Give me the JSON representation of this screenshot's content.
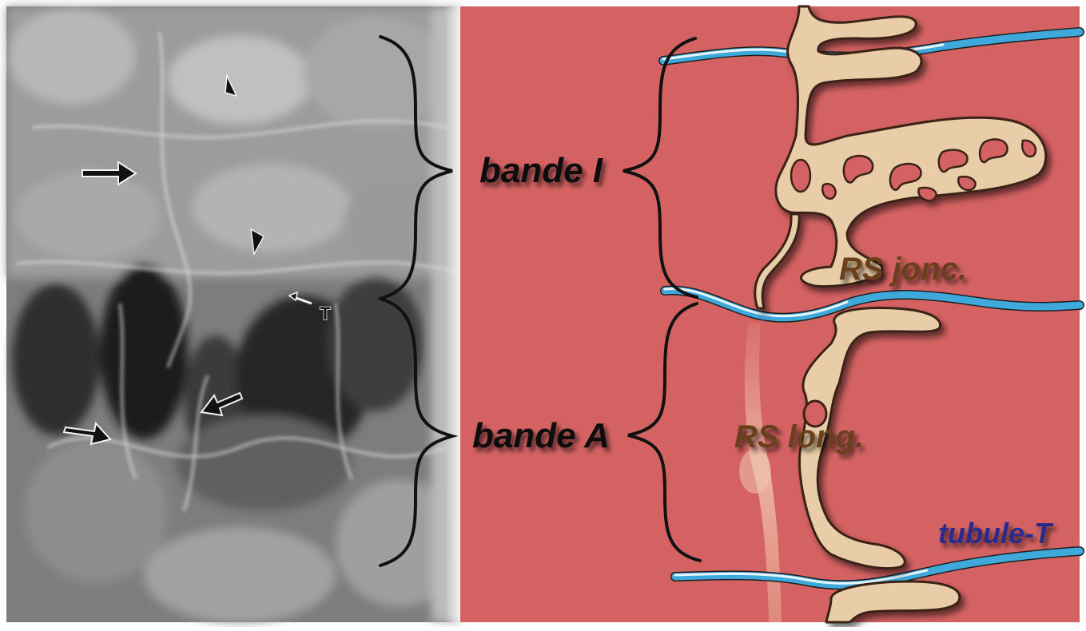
{
  "labels": {
    "band_i": "bande I",
    "band_a": "bande A",
    "rs_junctional": "RS jonc.",
    "rs_longitudinal": "RS long.",
    "t_tubule": "tubule-T",
    "micrograph_t_marker": "T"
  },
  "colors": {
    "muscle_fill": "#d46262",
    "reticulum_fill": "#e9cda8",
    "reticulum_outline": "#3a2414",
    "tubule_blue": "#3fa9dc",
    "tubule_highlight": "#e8f5fb",
    "rs_label_color": "#6b3f1a",
    "tubule_label_color": "#2b2a8c",
    "band_label_color": "#111111",
    "micrograph_gray": "#8a8a8a"
  },
  "panels": {
    "left": "scanning-electron-micrograph",
    "right": "schematic-drawing"
  }
}
